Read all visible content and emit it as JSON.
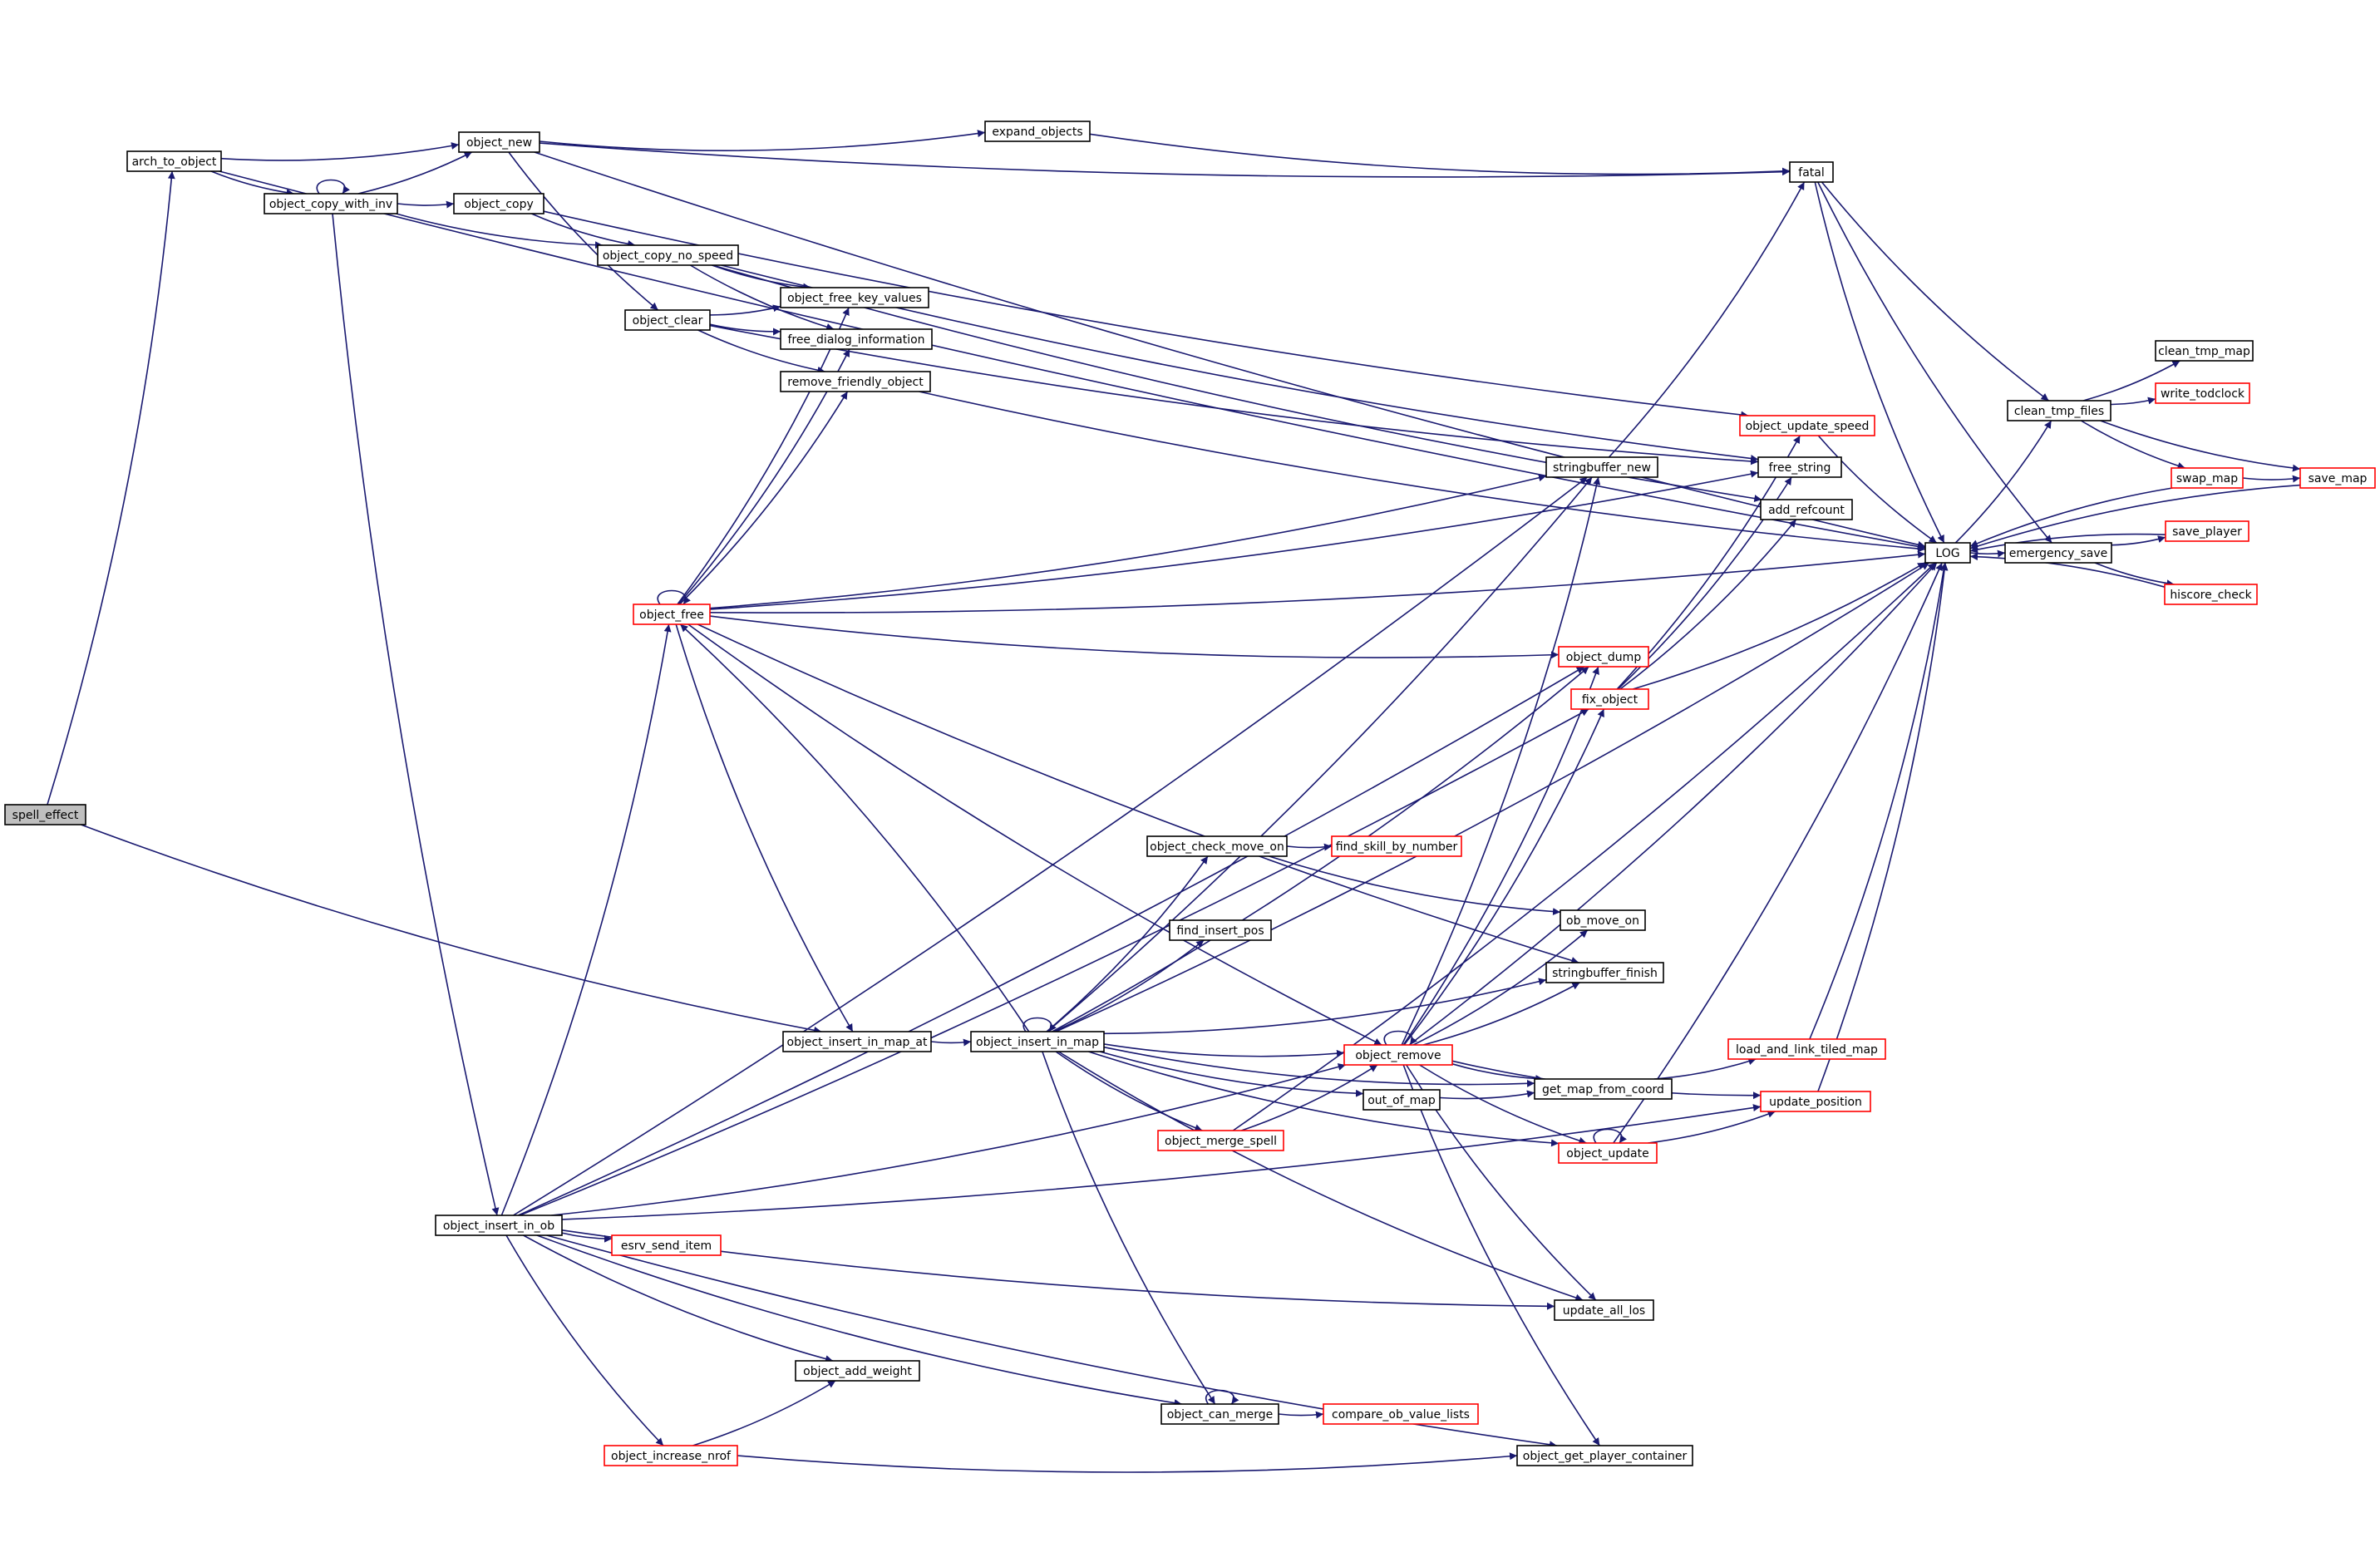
{
  "graph": {
    "colors": {
      "edge": "#191970",
      "node_border": "#000000",
      "node_partial_border": "#ff0000",
      "root_fill": "#bfbfbf",
      "node_fill": "#ffffff"
    },
    "nodes": [
      {
        "id": "spell_effect",
        "label": "spell_effect",
        "style": "root"
      },
      {
        "id": "arch_to_object",
        "label": "arch_to_object",
        "style": "normal"
      },
      {
        "id": "object_new",
        "label": "object_new",
        "style": "normal"
      },
      {
        "id": "object_copy_with_inv",
        "label": "object_copy_with_inv",
        "style": "normal"
      },
      {
        "id": "object_copy",
        "label": "object_copy",
        "style": "normal"
      },
      {
        "id": "expand_objects",
        "label": "expand_objects",
        "style": "normal"
      },
      {
        "id": "object_copy_no_speed",
        "label": "object_copy_no_speed",
        "style": "normal"
      },
      {
        "id": "object_clear",
        "label": "object_clear",
        "style": "normal"
      },
      {
        "id": "object_free_key_values",
        "label": "object_free_key_values",
        "style": "normal"
      },
      {
        "id": "free_dialog_information",
        "label": "free_dialog_information",
        "style": "normal"
      },
      {
        "id": "remove_friendly_object",
        "label": "remove_friendly_object",
        "style": "normal"
      },
      {
        "id": "fatal",
        "label": "fatal",
        "style": "normal"
      },
      {
        "id": "clean_tmp_map",
        "label": "clean_tmp_map",
        "style": "normal"
      },
      {
        "id": "clean_tmp_files",
        "label": "clean_tmp_files",
        "style": "normal"
      },
      {
        "id": "write_todclock",
        "label": "write_todclock",
        "style": "partial"
      },
      {
        "id": "object_update_speed",
        "label": "object_update_speed",
        "style": "partial"
      },
      {
        "id": "stringbuffer_new",
        "label": "stringbuffer_new",
        "style": "normal"
      },
      {
        "id": "free_string",
        "label": "free_string",
        "style": "normal"
      },
      {
        "id": "swap_map",
        "label": "swap_map",
        "style": "partial"
      },
      {
        "id": "save_map",
        "label": "save_map",
        "style": "partial"
      },
      {
        "id": "add_refcount",
        "label": "add_refcount",
        "style": "normal"
      },
      {
        "id": "save_player",
        "label": "save_player",
        "style": "partial"
      },
      {
        "id": "LOG",
        "label": "LOG",
        "style": "normal"
      },
      {
        "id": "emergency_save",
        "label": "emergency_save",
        "style": "normal"
      },
      {
        "id": "object_free",
        "label": "object_free",
        "style": "partial"
      },
      {
        "id": "hiscore_check",
        "label": "hiscore_check",
        "style": "partial"
      },
      {
        "id": "object_dump",
        "label": "object_dump",
        "style": "partial"
      },
      {
        "id": "fix_object",
        "label": "fix_object",
        "style": "partial"
      },
      {
        "id": "object_check_move_on",
        "label": "object_check_move_on",
        "style": "normal"
      },
      {
        "id": "find_skill_by_number",
        "label": "find_skill_by_number",
        "style": "partial"
      },
      {
        "id": "ob_move_on",
        "label": "ob_move_on",
        "style": "normal"
      },
      {
        "id": "find_insert_pos",
        "label": "find_insert_pos",
        "style": "normal"
      },
      {
        "id": "stringbuffer_finish",
        "label": "stringbuffer_finish",
        "style": "normal"
      },
      {
        "id": "object_insert_in_map_at",
        "label": "object_insert_in_map_at",
        "style": "normal"
      },
      {
        "id": "object_insert_in_map",
        "label": "object_insert_in_map",
        "style": "normal"
      },
      {
        "id": "object_remove",
        "label": "object_remove",
        "style": "partial"
      },
      {
        "id": "load_and_link_tiled_map",
        "label": "load_and_link_tiled_map",
        "style": "partial"
      },
      {
        "id": "out_of_map",
        "label": "out_of_map",
        "style": "normal"
      },
      {
        "id": "get_map_from_coord",
        "label": "get_map_from_coord",
        "style": "normal"
      },
      {
        "id": "update_position",
        "label": "update_position",
        "style": "partial"
      },
      {
        "id": "object_merge_spell",
        "label": "object_merge_spell",
        "style": "partial"
      },
      {
        "id": "object_update",
        "label": "object_update",
        "style": "partial"
      },
      {
        "id": "object_insert_in_ob",
        "label": "object_insert_in_ob",
        "style": "normal"
      },
      {
        "id": "esrv_send_item",
        "label": "esrv_send_item",
        "style": "partial"
      },
      {
        "id": "update_all_los",
        "label": "update_all_los",
        "style": "normal"
      },
      {
        "id": "object_add_weight",
        "label": "object_add_weight",
        "style": "normal"
      },
      {
        "id": "object_can_merge",
        "label": "object_can_merge",
        "style": "normal"
      },
      {
        "id": "compare_ob_value_lists",
        "label": "compare_ob_value_lists",
        "style": "partial"
      },
      {
        "id": "object_increase_nrof",
        "label": "object_increase_nrof",
        "style": "partial"
      },
      {
        "id": "object_get_player_container",
        "label": "object_get_player_container",
        "style": "normal"
      }
    ],
    "edges": [
      [
        "spell_effect",
        "arch_to_object"
      ],
      [
        "spell_effect",
        "object_insert_in_map_at"
      ],
      [
        "arch_to_object",
        "object_new"
      ],
      [
        "arch_to_object",
        "object_copy_with_inv"
      ],
      [
        "arch_to_object",
        "LOG"
      ],
      [
        "object_new",
        "expand_objects"
      ],
      [
        "object_new",
        "fatal"
      ],
      [
        "object_new",
        "LOG"
      ],
      [
        "object_new",
        "object_clear"
      ],
      [
        "expand_objects",
        "fatal"
      ],
      [
        "fatal",
        "clean_tmp_files"
      ],
      [
        "fatal",
        "emergency_save"
      ],
      [
        "fatal",
        "LOG"
      ],
      [
        "object_copy_with_inv",
        "object_copy_with_inv"
      ],
      [
        "object_copy_with_inv",
        "object_new"
      ],
      [
        "object_copy_with_inv",
        "object_copy"
      ],
      [
        "object_copy_with_inv",
        "object_copy_no_speed"
      ],
      [
        "object_copy_with_inv",
        "object_insert_in_ob"
      ],
      [
        "object_copy",
        "object_copy_no_speed"
      ],
      [
        "object_copy",
        "object_update_speed"
      ],
      [
        "object_copy_no_speed",
        "object_free_key_values"
      ],
      [
        "object_copy_no_speed",
        "free_dialog_information"
      ],
      [
        "object_copy_no_speed",
        "free_string"
      ],
      [
        "object_copy_no_speed",
        "add_refcount"
      ],
      [
        "object_clear",
        "object_free_key_values"
      ],
      [
        "object_clear",
        "free_dialog_information"
      ],
      [
        "object_clear",
        "remove_friendly_object"
      ],
      [
        "object_clear",
        "free_string"
      ],
      [
        "remove_friendly_object",
        "LOG"
      ],
      [
        "clean_tmp_files",
        "clean_tmp_map"
      ],
      [
        "clean_tmp_files",
        "write_todclock"
      ],
      [
        "clean_tmp_files",
        "swap_map"
      ],
      [
        "clean_tmp_files",
        "save_map"
      ],
      [
        "swap_map",
        "save_map"
      ],
      [
        "swap_map",
        "LOG"
      ],
      [
        "save_map",
        "LOG"
      ],
      [
        "emergency_save",
        "save_player"
      ],
      [
        "emergency_save",
        "hiscore_check"
      ],
      [
        "save_player",
        "LOG"
      ],
      [
        "hiscore_check",
        "LOG"
      ],
      [
        "LOG",
        "clean_tmp_files"
      ],
      [
        "LOG",
        "emergency_save"
      ],
      [
        "object_update_speed",
        "LOG"
      ],
      [
        "stringbuffer_new",
        "fatal"
      ],
      [
        "object_free",
        "object_free"
      ],
      [
        "object_free",
        "object_free_key_values"
      ],
      [
        "object_free",
        "free_dialog_information"
      ],
      [
        "object_free",
        "remove_friendly_object"
      ],
      [
        "object_free",
        "stringbuffer_new"
      ],
      [
        "object_free",
        "free_string"
      ],
      [
        "object_free",
        "LOG"
      ],
      [
        "object_free",
        "object_dump"
      ],
      [
        "object_free",
        "stringbuffer_finish"
      ],
      [
        "object_free",
        "object_remove"
      ],
      [
        "object_free",
        "object_insert_in_map_at"
      ],
      [
        "fix_object",
        "LOG"
      ],
      [
        "fix_object",
        "object_update_speed"
      ],
      [
        "fix_object",
        "free_string"
      ],
      [
        "fix_object",
        "add_refcount"
      ],
      [
        "object_check_move_on",
        "find_skill_by_number"
      ],
      [
        "object_check_move_on",
        "ob_move_on"
      ],
      [
        "object_insert_in_map_at",
        "object_insert_in_map"
      ],
      [
        "object_insert_in_map",
        "object_insert_in_map"
      ],
      [
        "object_insert_in_map",
        "object_check_move_on"
      ],
      [
        "object_insert_in_map",
        "find_insert_pos"
      ],
      [
        "object_insert_in_map",
        "stringbuffer_new"
      ],
      [
        "object_insert_in_map",
        "object_dump"
      ],
      [
        "object_insert_in_map",
        "stringbuffer_finish"
      ],
      [
        "object_insert_in_map",
        "LOG"
      ],
      [
        "object_insert_in_map",
        "object_free"
      ],
      [
        "object_insert_in_map",
        "object_remove"
      ],
      [
        "object_insert_in_map",
        "out_of_map"
      ],
      [
        "object_insert_in_map",
        "object_merge_spell"
      ],
      [
        "object_insert_in_map",
        "get_map_from_coord"
      ],
      [
        "object_insert_in_map",
        "object_update"
      ],
      [
        "object_insert_in_map",
        "update_all_los"
      ],
      [
        "object_insert_in_map",
        "object_can_merge"
      ],
      [
        "object_remove",
        "object_remove"
      ],
      [
        "object_remove",
        "object_dump"
      ],
      [
        "object_remove",
        "stringbuffer_new"
      ],
      [
        "object_remove",
        "stringbuffer_finish"
      ],
      [
        "object_remove",
        "ob_move_on"
      ],
      [
        "object_remove",
        "fix_object"
      ],
      [
        "object_remove",
        "LOG"
      ],
      [
        "object_remove",
        "get_map_from_coord"
      ],
      [
        "object_remove",
        "update_position"
      ],
      [
        "object_remove",
        "object_update"
      ],
      [
        "object_remove",
        "update_all_los"
      ],
      [
        "object_remove",
        "object_get_player_container"
      ],
      [
        "out_of_map",
        "get_map_from_coord"
      ],
      [
        "get_map_from_coord",
        "load_and_link_tiled_map"
      ],
      [
        "load_and_link_tiled_map",
        "LOG"
      ],
      [
        "update_position",
        "LOG"
      ],
      [
        "object_merge_spell",
        "object_remove"
      ],
      [
        "object_merge_spell",
        "LOG"
      ],
      [
        "object_update",
        "object_update"
      ],
      [
        "object_update",
        "update_position"
      ],
      [
        "object_update",
        "LOG"
      ],
      [
        "object_insert_in_ob",
        "object_free"
      ],
      [
        "object_insert_in_ob",
        "stringbuffer_new"
      ],
      [
        "object_insert_in_ob",
        "object_dump"
      ],
      [
        "object_insert_in_ob",
        "fix_object"
      ],
      [
        "object_insert_in_ob",
        "esrv_send_item"
      ],
      [
        "object_insert_in_ob",
        "object_remove"
      ],
      [
        "object_insert_in_ob",
        "update_all_los"
      ],
      [
        "object_insert_in_ob",
        "object_add_weight"
      ],
      [
        "object_insert_in_ob",
        "object_can_merge"
      ],
      [
        "object_insert_in_ob",
        "object_increase_nrof"
      ],
      [
        "object_insert_in_ob",
        "object_get_player_container"
      ],
      [
        "object_insert_in_ob",
        "update_position"
      ],
      [
        "object_can_merge",
        "object_can_merge"
      ],
      [
        "object_can_merge",
        "compare_ob_value_lists"
      ],
      [
        "object_increase_nrof",
        "object_add_weight"
      ],
      [
        "object_increase_nrof",
        "object_get_player_container"
      ]
    ]
  }
}
